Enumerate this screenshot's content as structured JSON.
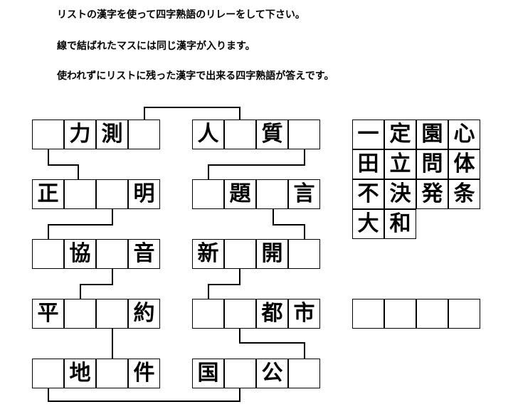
{
  "instructions": [
    "リストの漢字を使って四字熟語のリレーをして下さい。",
    "線で結ばれたマスには同じ漢字が入ります。",
    "使われずにリストに残った漢字で出来る四字熟語が答えです。"
  ],
  "puzzle": {
    "rows": [
      [
        [
          "",
          "力",
          "測",
          ""
        ],
        [
          "人",
          "",
          "質",
          ""
        ]
      ],
      [
        [
          "正",
          "",
          "",
          "明"
        ],
        [
          "",
          "題",
          "",
          "言"
        ]
      ],
      [
        [
          "",
          "協",
          "",
          "音"
        ],
        [
          "新",
          "",
          "開",
          ""
        ]
      ],
      [
        [
          "平",
          "",
          "",
          "約"
        ],
        [
          "",
          "",
          "都",
          "市"
        ]
      ],
      [
        [
          "",
          "地",
          "",
          "件"
        ],
        [
          "国",
          "",
          "公",
          ""
        ]
      ]
    ]
  },
  "kanji_list": [
    [
      "一",
      "定",
      "園",
      "心"
    ],
    [
      "田",
      "立",
      "問",
      "体"
    ],
    [
      "不",
      "決",
      "発",
      "条"
    ],
    [
      "大",
      "和",
      "",
      ""
    ]
  ],
  "answer_cells": [
    "",
    "",
    "",
    ""
  ]
}
